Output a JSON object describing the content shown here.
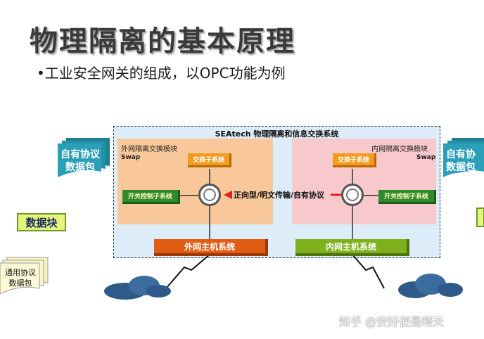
{
  "title": "物理隔离的基本原理",
  "subtitle": "•工业安全网关的组成，以OPC功能为例",
  "diagram": {
    "system_title": "SEAtech 物理隔离和信息交换系统",
    "left_panel": {
      "label": "外网隔离交换模块",
      "sub": "Swap"
    },
    "right_panel": {
      "label": "内网隔离交换模块",
      "sub": "Swap"
    },
    "left_swap": "交换子系统",
    "right_swap": "交换子系统",
    "left_ctl": "开关控制子系统",
    "right_ctl": "开关控制子系统",
    "center_text": "正向型/明文传输/自有协议",
    "outer_host": "外网主机系统",
    "inner_host": "内网主机系统",
    "left_packet": "自有协议\n数据包",
    "right_packet": "自有协\n数据包",
    "data_block": "数据块",
    "common_packet": "通用协议\n数据包"
  },
  "colors": {
    "outer_box": "#dcecf8",
    "left_panel": "#f9c89a",
    "right_panel": "#f7c8cc",
    "swap": "#f29b1e",
    "ctl": "#2e8a2a",
    "outer_host": "#e25d14",
    "inner_host": "#7fb11c",
    "packet": "#2aa0b8",
    "arrow": "#e02020"
  },
  "watermark": "知乎 @安好便是晴天"
}
